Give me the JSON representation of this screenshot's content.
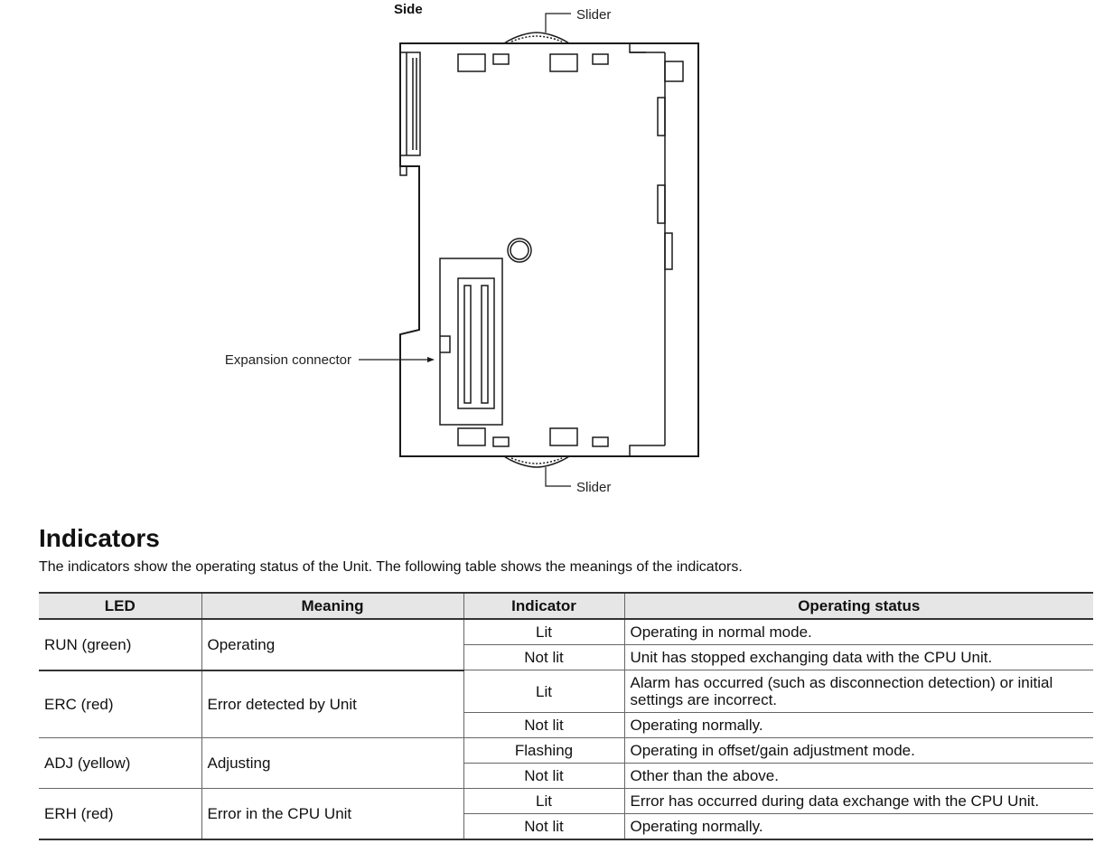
{
  "diagram": {
    "title": "Side",
    "labels": {
      "slider_top": "Slider",
      "slider_bottom": "Slider",
      "expansion_connector": "Expansion connector"
    }
  },
  "indicators": {
    "heading": "Indicators",
    "intro": "The indicators show the operating status of the Unit. The following table shows the meanings of the indicators.",
    "table": {
      "headers": {
        "led": "LED",
        "meaning": "Meaning",
        "indicator": "Indicator",
        "status": "Operating status"
      },
      "groups": [
        {
          "led": "RUN (green)",
          "meaning": "Operating",
          "rows": [
            {
              "indicator": "Lit",
              "status": "Operating in normal mode."
            },
            {
              "indicator": "Not lit",
              "status": "Unit has stopped exchanging data with the CPU Unit."
            }
          ]
        },
        {
          "led": "ERC (red)",
          "meaning": "Error detected by Unit",
          "rows": [
            {
              "indicator": "Lit",
              "status": "Alarm has occurred (such as disconnection detection) or initial settings are incorrect."
            },
            {
              "indicator": "Not lit",
              "status": "Operating normally."
            }
          ]
        },
        {
          "led": "ADJ (yellow)",
          "meaning": "Adjusting",
          "rows": [
            {
              "indicator": "Flashing",
              "status": "Operating in offset/gain adjustment mode."
            },
            {
              "indicator": "Not lit",
              "status": "Other than the above."
            }
          ]
        },
        {
          "led": "ERH (red)",
          "meaning": "Error in the CPU Unit",
          "rows": [
            {
              "indicator": "Lit",
              "status": "Error has occurred during data exchange with the CPU Unit."
            },
            {
              "indicator": "Not lit",
              "status": "Operating normally."
            }
          ]
        }
      ]
    }
  }
}
